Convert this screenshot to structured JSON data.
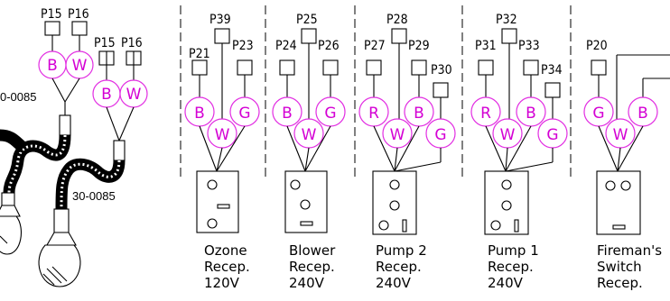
{
  "left": {
    "labels": [
      "P15",
      "P16",
      "P15",
      "P16"
    ],
    "connectors": [
      "B",
      "W",
      "B",
      "W"
    ],
    "part_left": "0-0085",
    "part_right": "30-0085"
  },
  "groups": [
    {
      "top": "P39",
      "left": "P21",
      "right": "P23",
      "extra": "",
      "connectors": [
        "B",
        "W",
        "G"
      ],
      "label": [
        "Ozone",
        "Recep.",
        "120V"
      ]
    },
    {
      "top": "P25",
      "left": "P24",
      "right": "P26",
      "extra": "",
      "connectors": [
        "B",
        "W",
        "G"
      ],
      "label": [
        "Blower",
        "Recep.",
        "240V"
      ]
    },
    {
      "top": "P28",
      "left": "P27",
      "right": "P29",
      "extra": "P30",
      "connectors": [
        "R",
        "W",
        "B",
        "G"
      ],
      "label": [
        "Pump 2",
        "Recep.",
        "240V"
      ]
    },
    {
      "top": "P32",
      "left": "P31",
      "right": "P33",
      "extra": "P34",
      "connectors": [
        "R",
        "W",
        "B",
        "G"
      ],
      "label": [
        "Pump 1",
        "Recep.",
        "240V"
      ]
    },
    {
      "top": "",
      "left": "P20",
      "right": "",
      "extra": "",
      "connectors": [
        "G",
        "W",
        "B"
      ],
      "label": [
        "Fireman's",
        "Switch",
        "Recep."
      ]
    }
  ],
  "colors": {
    "connector": "#e22ee2",
    "line": "#000000"
  }
}
